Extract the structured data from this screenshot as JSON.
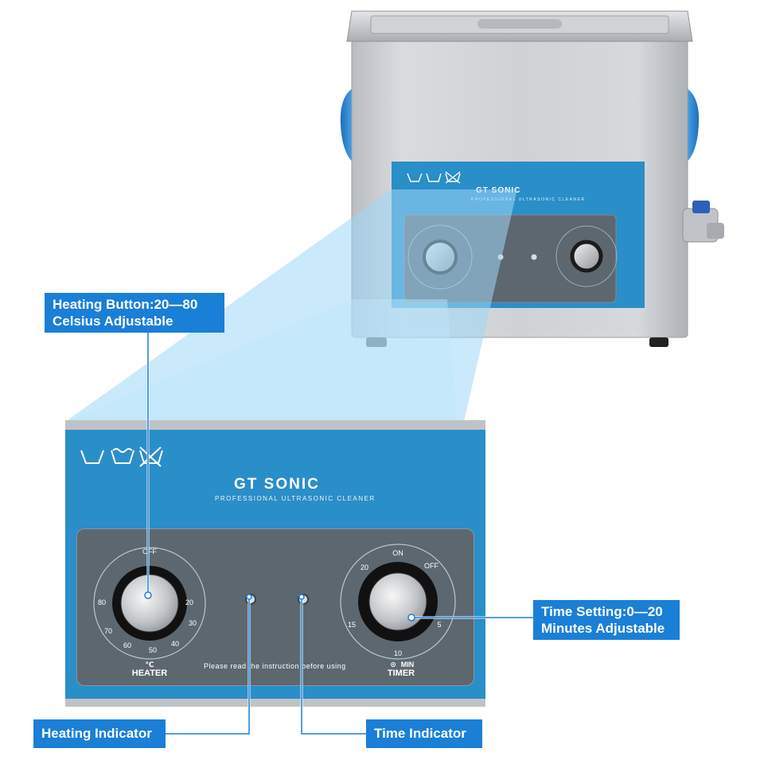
{
  "device": {
    "brand": "GT SONIC",
    "subtitle": "PROFESSIONAL ULTRASONIC CLEANER",
    "instruction": "Please read the instruction before using",
    "heater": {
      "unit": "℃",
      "label": "HEATER",
      "scale": [
        "OFF",
        "20",
        "30",
        "40",
        "50",
        "60",
        "70",
        "80"
      ]
    },
    "timer": {
      "unit": "MIN",
      "label": "TIMER",
      "scale": [
        "ON",
        "OFF",
        "5",
        "10",
        "15",
        "20"
      ]
    },
    "care_symbols": [
      "hand-wash-icon",
      "wash-tub-icon",
      "no-wash-icon"
    ],
    "colors": {
      "panel": "#2a8ec8",
      "dial_plate": "#5d6770",
      "steel": "#c9ccd0",
      "handle": "#2f8fd8",
      "callout": "#1a7fd6"
    }
  },
  "callouts": {
    "heating_button": {
      "line1": "Heating Button:20—80",
      "line2": "Celsius Adjustable"
    },
    "time_setting": {
      "line1": "Time Setting:0—20",
      "line2": "Minutes Adjustable"
    },
    "heating_indicator": "Heating Indicator",
    "time_indicator": "Time Indicator"
  }
}
